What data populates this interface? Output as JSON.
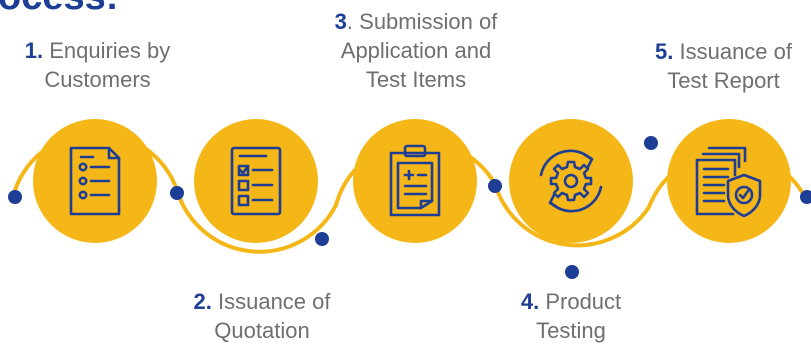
{
  "heading": "ocess:",
  "colors": {
    "accent": "#F5B618",
    "navy": "#1D3E94",
    "text": "#6F6F6F"
  },
  "steps": [
    {
      "num": "1.",
      "text": "Enquiries by Customers",
      "icon": "list-document-icon"
    },
    {
      "num": "2.",
      "text": "Issuance of Quotation",
      "icon": "checklist-quotation-icon"
    },
    {
      "num": "3",
      "text": ". Submission of Application and Test Items",
      "icon": "clipboard-application-icon"
    },
    {
      "num": "4.",
      "text": "Product Testing",
      "icon": "gear-cycle-icon"
    },
    {
      "num": "5.",
      "text": "Issuance of Test Report",
      "icon": "shield-report-icon"
    }
  ]
}
